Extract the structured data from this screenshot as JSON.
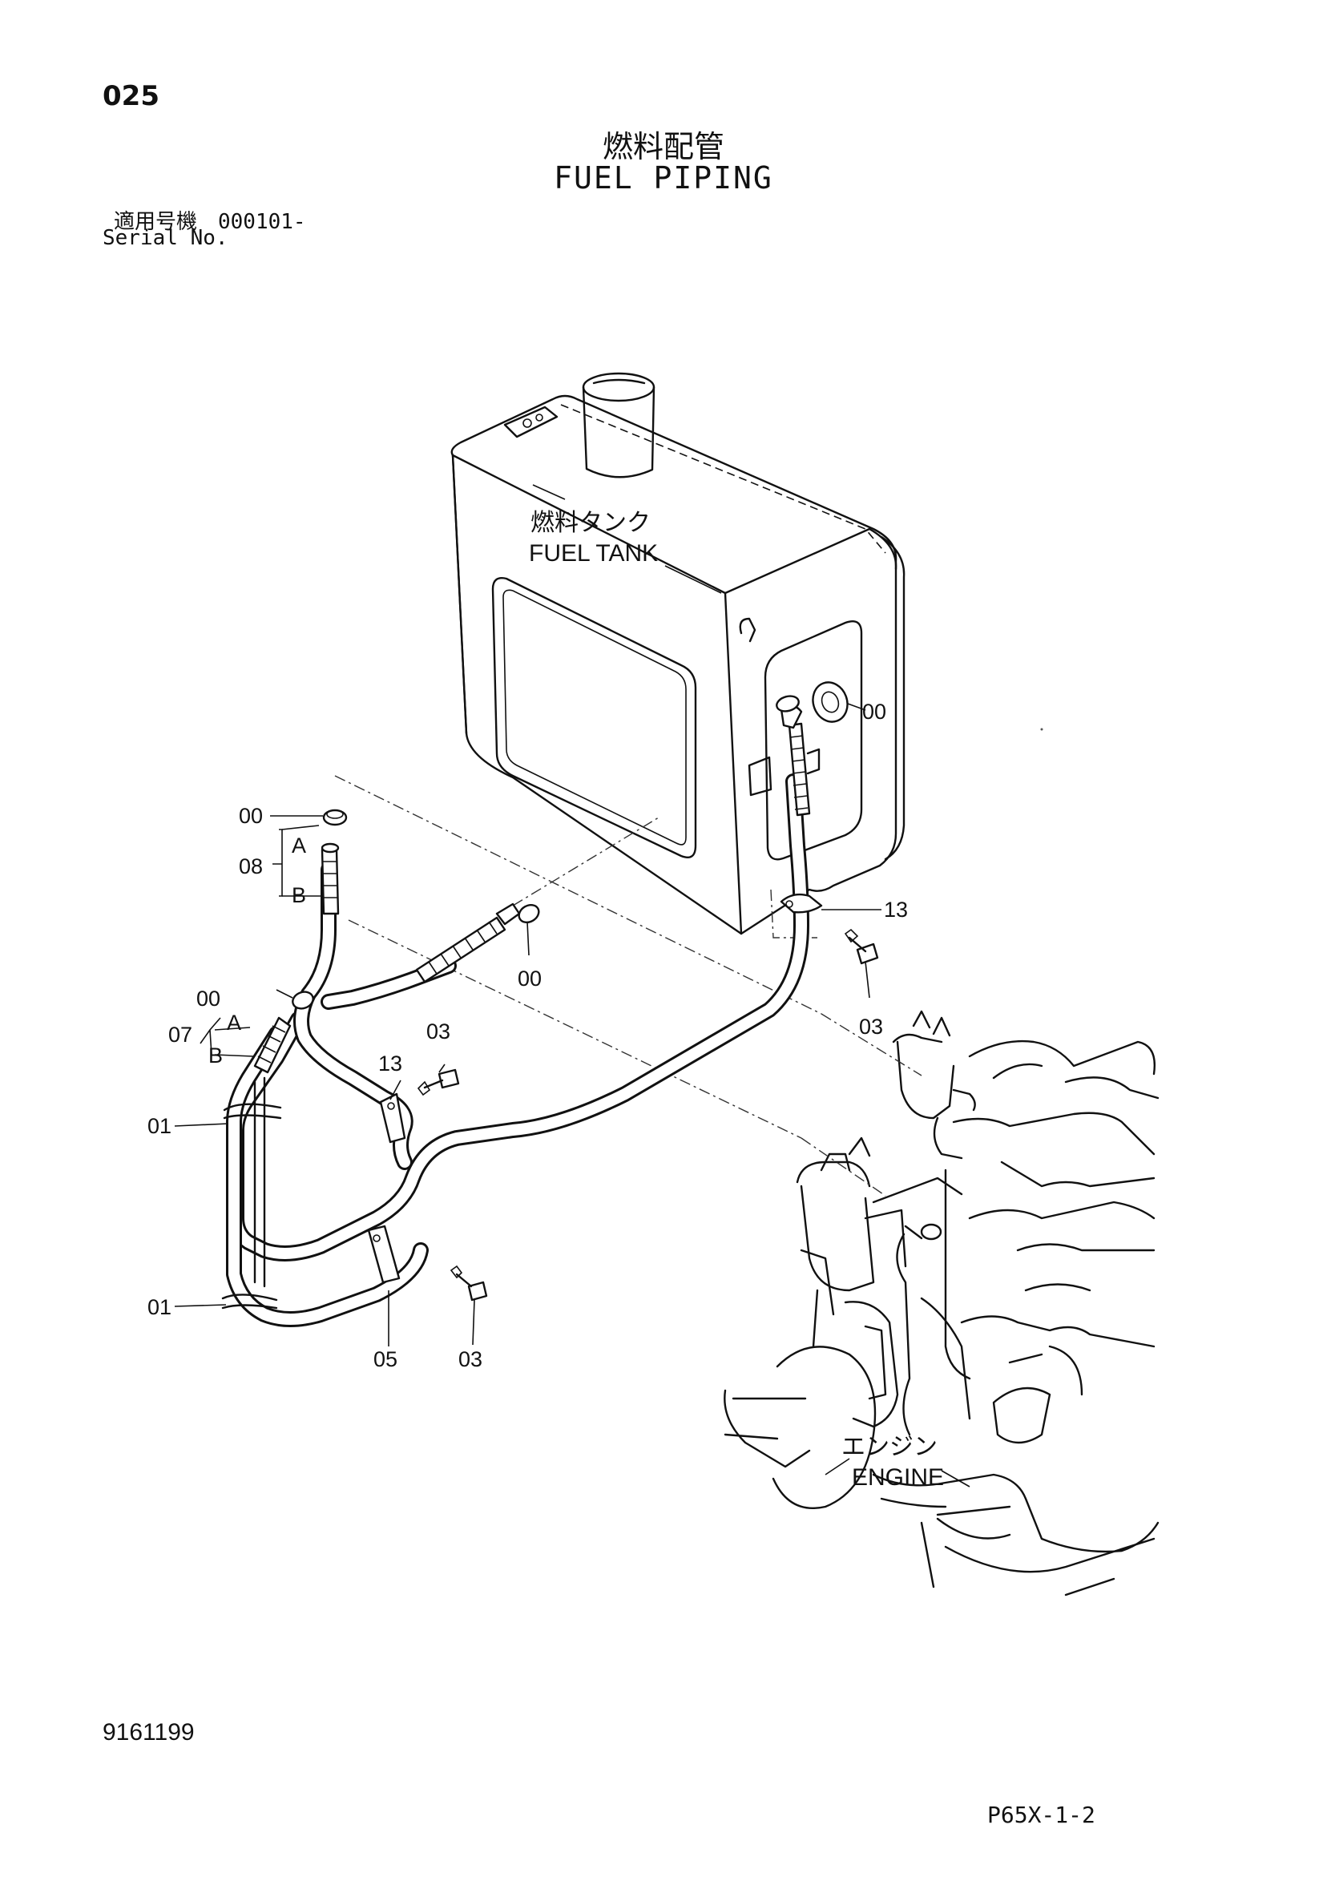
{
  "header": {
    "page_number": "025",
    "title_jp": "燃料配管",
    "title_en": "FUEL PIPING",
    "serial_label_jp": "適用号機　000101-",
    "serial_label_en": "Serial No."
  },
  "components": {
    "fuel_tank_jp": "燃料タンク",
    "fuel_tank_en": "FUEL TANK",
    "engine_jp": "エンジン",
    "engine_en": "ENGINE"
  },
  "callouts": {
    "tank_fitting": "00",
    "hose_top_clip": "00",
    "hose_mid_clip": "00",
    "hose_left_clip": "00",
    "hose_08": "08",
    "hose_08_end_a": "A",
    "hose_08_end_b": "B",
    "hose_07": "07",
    "hose_07_end_a": "A",
    "hose_07_end_b": "B",
    "clamp_13_right": "13",
    "clamp_13_center": "13",
    "bolt_03_right": "03",
    "bolt_03_center": "03",
    "bolt_03_bottom": "03",
    "band_01_upper": "01",
    "band_01_lower": "01",
    "clamp_05": "05"
  },
  "footer": {
    "document_number": "9161199",
    "reference_code": "P65X-1-2"
  }
}
